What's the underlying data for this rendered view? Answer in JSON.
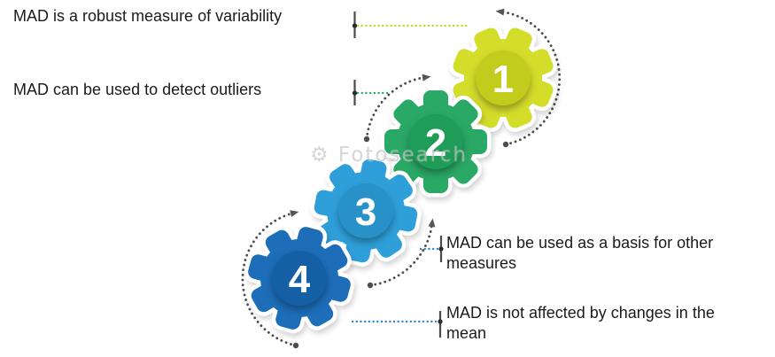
{
  "labels": [
    {
      "text": "MAD is a robust measure of variability",
      "leader_color": "#c6d42c"
    },
    {
      "text": "MAD can be used to detect outliers",
      "leader_color": "#2aa869"
    },
    {
      "text": "MAD can be used as a basis for other measures",
      "leader_color": "#2e86c9"
    },
    {
      "text": "MAD is not affected by changes in the mean",
      "leader_color": "#2e86c9"
    }
  ],
  "gears": [
    {
      "number": "1",
      "body_color": "#d5dd2b",
      "cap_color": "#c2cc1d"
    },
    {
      "number": "2",
      "body_color": "#2aa865",
      "cap_color": "#1f9c57"
    },
    {
      "number": "3",
      "body_color": "#2f9fda",
      "cap_color": "#2791c8"
    },
    {
      "number": "4",
      "body_color": "#1d6db8",
      "cap_color": "#1560a5"
    }
  ],
  "decor": {
    "arc_color": "#4d4d4d",
    "marker_color": "#4a4a4a",
    "text_color": "#1b1b1b"
  },
  "watermark": {
    "text": "⚙ Fotosearch"
  }
}
